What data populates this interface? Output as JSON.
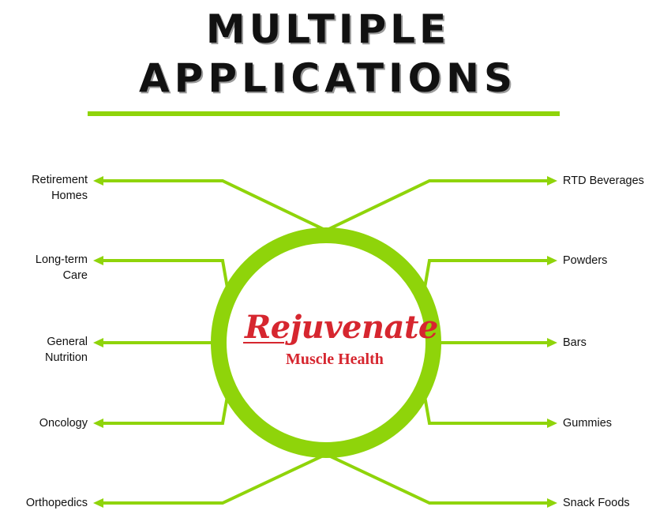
{
  "title": {
    "line1": "MULTIPLE",
    "line2": "APPLICATIONS"
  },
  "colors": {
    "accent": "#8fd40a",
    "text": "#111111",
    "brand_red": "#d6262f"
  },
  "logo": {
    "script": "Rejuvenate",
    "sub": "Muscle Health"
  },
  "left_items": [
    {
      "lines": [
        "Retirement",
        "Homes"
      ]
    },
    {
      "lines": [
        "Long-term",
        "Care"
      ]
    },
    {
      "lines": [
        "General",
        "Nutrition"
      ]
    },
    {
      "lines": [
        "Oncology"
      ]
    },
    {
      "lines": [
        "Orthopedics"
      ]
    }
  ],
  "right_items": [
    {
      "lines": [
        "RTD Beverages"
      ]
    },
    {
      "lines": [
        "Powders"
      ]
    },
    {
      "lines": [
        "Bars"
      ]
    },
    {
      "lines": [
        "Gummies"
      ]
    },
    {
      "lines": [
        "Snack Foods"
      ]
    }
  ]
}
